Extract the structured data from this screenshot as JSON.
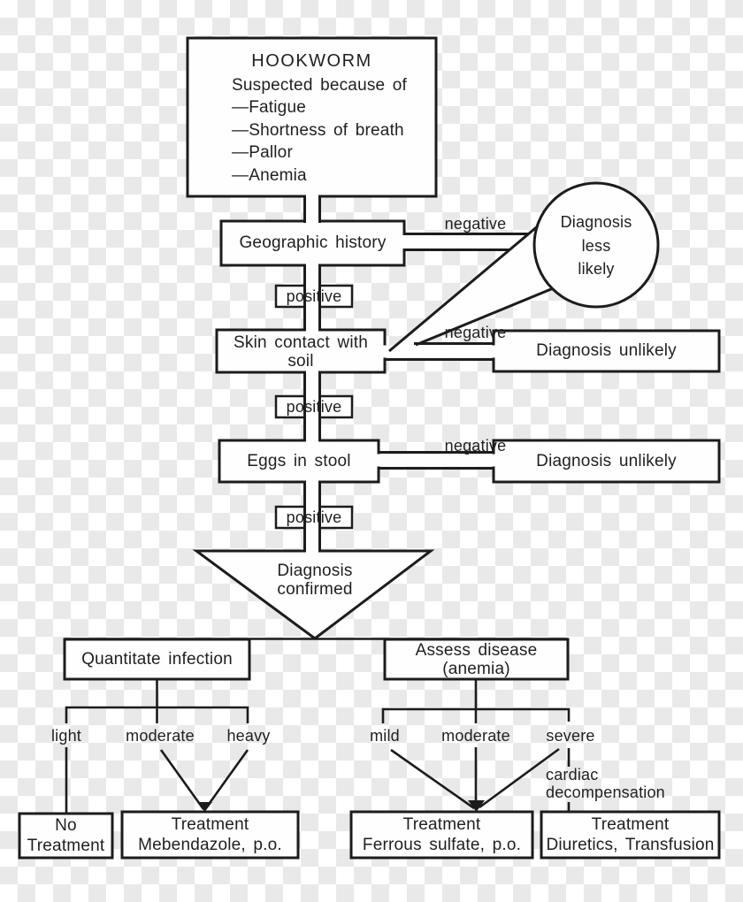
{
  "figure": {
    "type": "diagnostic-flowchart",
    "topic": "HOOKWORM"
  },
  "palette": {
    "line": "#1c1c1c",
    "box_fill": "#fefefe",
    "checker_light": "#ffffff",
    "checker_dark": "#e9e9e9",
    "text": "#1f1f1f"
  },
  "nodes": {
    "hookworm_title": "HOOKWORM",
    "hookworm_lines": "Suspected because of\n—Fatigue\n—Shortness of breath\n—Pallor\n—Anemia",
    "geographic": "Geographic history",
    "diagnosis_less_likely": "Diagnosis\nless\nlikely",
    "skin": "Skin contact with\nsoil",
    "diagnosis_unlikely_1": "Diagnosis unlikely",
    "eggs": "Eggs in stool",
    "diagnosis_unlikely_2": "Diagnosis unlikely",
    "diagnosis_confirmed": "Diagnosis\nconfirmed",
    "quantitate": "Quantitate infection",
    "assess": "Assess disease\n(anemia)",
    "no_treatment": "No\nTreatment",
    "treatment_mebendazole": "Treatment\nMebendazole, p.o.",
    "treatment_ferrous": "Treatment\nFerrous sulfate, p.o.",
    "treatment_diuretics": "Treatment\nDiuretics, Transfusion"
  },
  "edge_labels": {
    "negative1": "negative",
    "negative2": "negative",
    "negative3": "negative",
    "positive1": "positive",
    "positive2": "positive",
    "positive3": "positive",
    "light": "light",
    "moderate_infection": "moderate",
    "heavy": "heavy",
    "mild": "mild",
    "moderate_anemia": "moderate",
    "severe": "severe",
    "cardiac": "cardiac\ndecompensation"
  }
}
